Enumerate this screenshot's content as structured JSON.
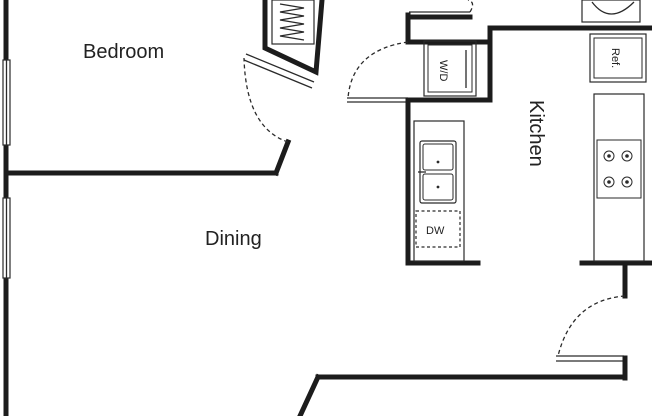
{
  "rooms": {
    "bedroom": "Bedroom",
    "dining": "Dining",
    "kitchen": "Kitchen"
  },
  "appliances": {
    "washer_dryer": "W/D",
    "refrigerator": "Ref.",
    "dishwasher": "DW"
  },
  "colors": {
    "wall": "#1c1c1c",
    "line": "#2a2a2a",
    "background": "#ffffff"
  }
}
